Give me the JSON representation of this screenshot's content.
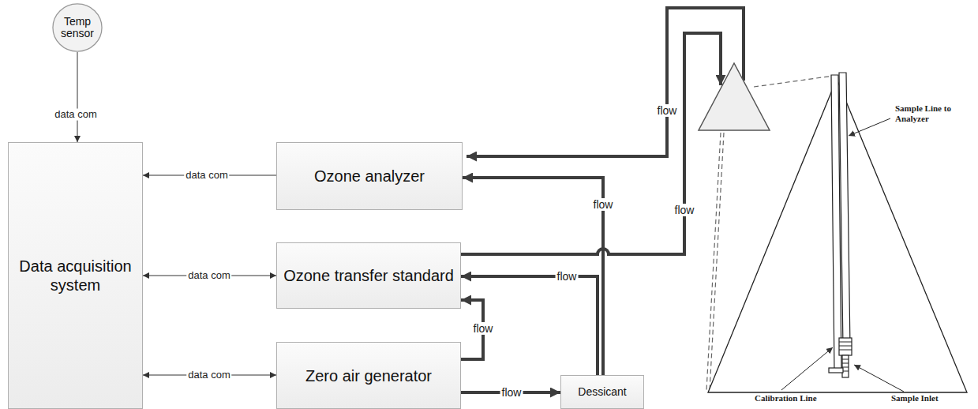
{
  "diagram": {
    "nodes": [
      {
        "text": [
          "Temp sensor"
        ]
      },
      {
        "text": [
          "Data acquisition system"
        ]
      },
      {
        "text": [
          "Ozone analyzer"
        ]
      },
      {
        "text": [
          "Ozone transfer standard"
        ]
      },
      {
        "text": [
          "Zero air generator"
        ]
      },
      {
        "text": [
          "Dessicant"
        ]
      }
    ],
    "edges": [
      {
        "from": 0,
        "to": 1,
        "label": "data com",
        "arrow": "to"
      },
      {
        "from": 2,
        "to": 1,
        "label": "data com",
        "arrow": "to"
      },
      {
        "from": 1,
        "to": 3,
        "label": "data com",
        "arrow": "both"
      },
      {
        "from": 1,
        "to": 4,
        "label": "data com",
        "arrow": "both"
      },
      {
        "from": 4,
        "to": 3,
        "label": "flow",
        "arrow": "to"
      },
      {
        "from": 4,
        "to": 5,
        "label": "flow",
        "arrow": "to"
      },
      {
        "from": 5,
        "to": 3,
        "label": "flow",
        "arrow": "to"
      },
      {
        "from": 5,
        "to": 2,
        "label": "flow",
        "arrow": "to"
      }
    ],
    "labels": [
      "flow",
      "Sample Line to Analyzer",
      "flow",
      "Calibration Line",
      "Sample Inlet"
    ]
  }
}
